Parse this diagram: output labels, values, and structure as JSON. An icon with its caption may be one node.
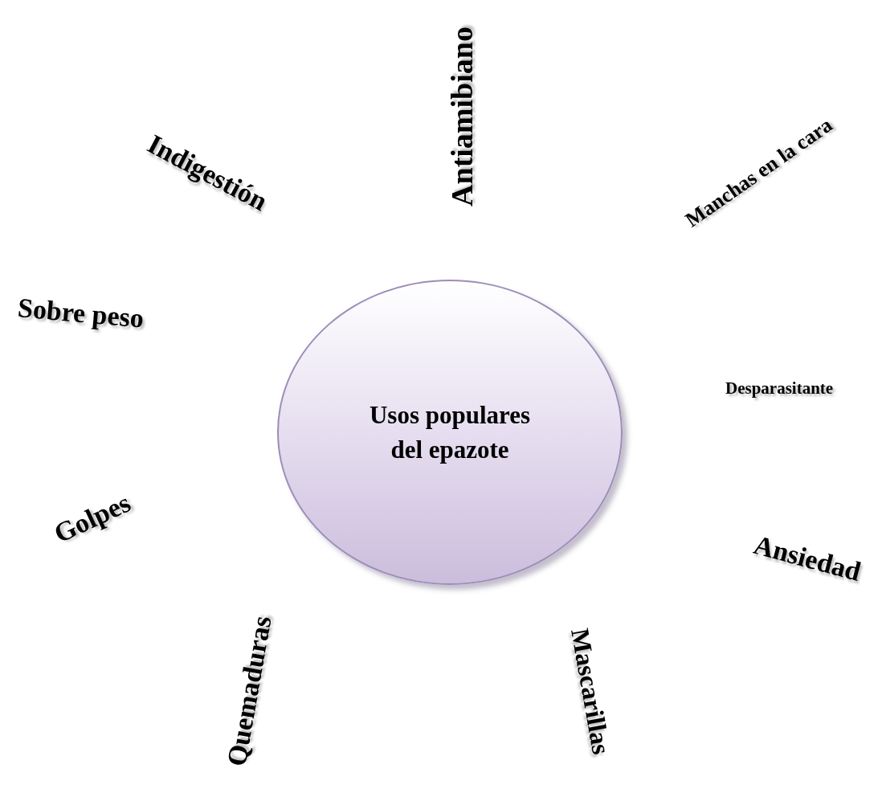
{
  "diagram": {
    "nodes": [
      {
        "text": [
          "Usos populares del epazote"
        ]
      }
    ],
    "labels": [
      "Antiamibiano",
      "Indigestión",
      "Manchas en la cara",
      "Sobre peso",
      "Desparasitante",
      "Golpes",
      "Ansiedad",
      "Quemaduras",
      "Mascarillas"
    ]
  }
}
